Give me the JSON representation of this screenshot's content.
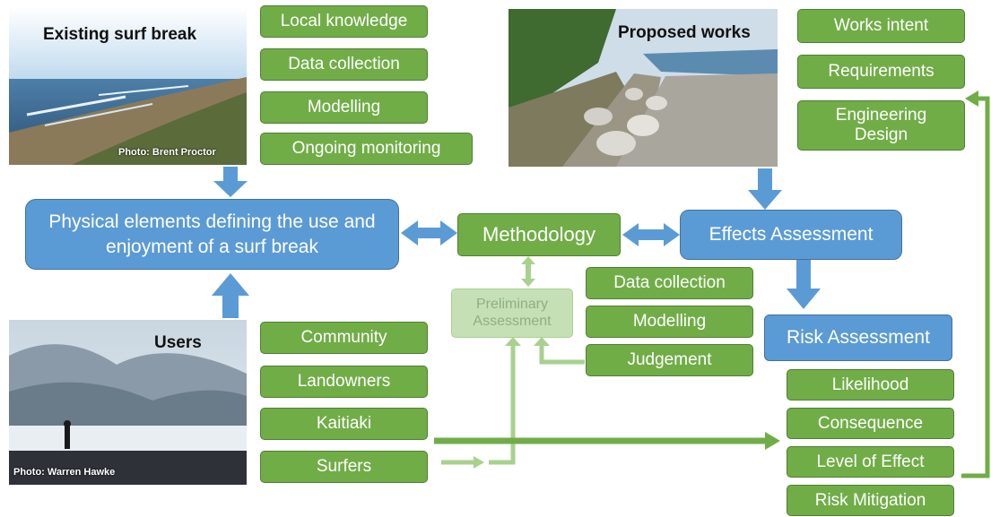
{
  "photos": {
    "existing": {
      "title": "Existing surf break",
      "credit": "Photo: Brent Proctor"
    },
    "proposed": {
      "title": "Proposed works"
    },
    "users": {
      "title": "Users",
      "credit": "Photo: Warren Hawke"
    }
  },
  "surf_break_inputs": [
    "Local knowledge",
    "Data collection",
    "Modelling",
    "Ongoing monitoring"
  ],
  "works_inputs": [
    "Works intent",
    "Requirements",
    "Engineering Design"
  ],
  "user_groups": [
    "Community",
    "Landowners",
    "Kaitiaki",
    "Surfers"
  ],
  "central": {
    "physical_elements": "Physical elements defining the use and enjoyment of a surf break",
    "methodology": "Methodology",
    "effects_assessment": "Effects Assessment",
    "preliminary_assessment": "Preliminary Assessment",
    "risk_assessment": "Risk Assessment"
  },
  "method_inputs": [
    "Data collection",
    "Modelling",
    "Judgement"
  ],
  "risk_items": [
    "Likelihood",
    "Consequence",
    "Level of Effect",
    "Risk Mitigation"
  ],
  "colors": {
    "green": "#70ad47",
    "green_border": "#507e32",
    "blue": "#5b9bd5",
    "blue_border": "#41719c",
    "pale_green": "#c5e0b4"
  }
}
